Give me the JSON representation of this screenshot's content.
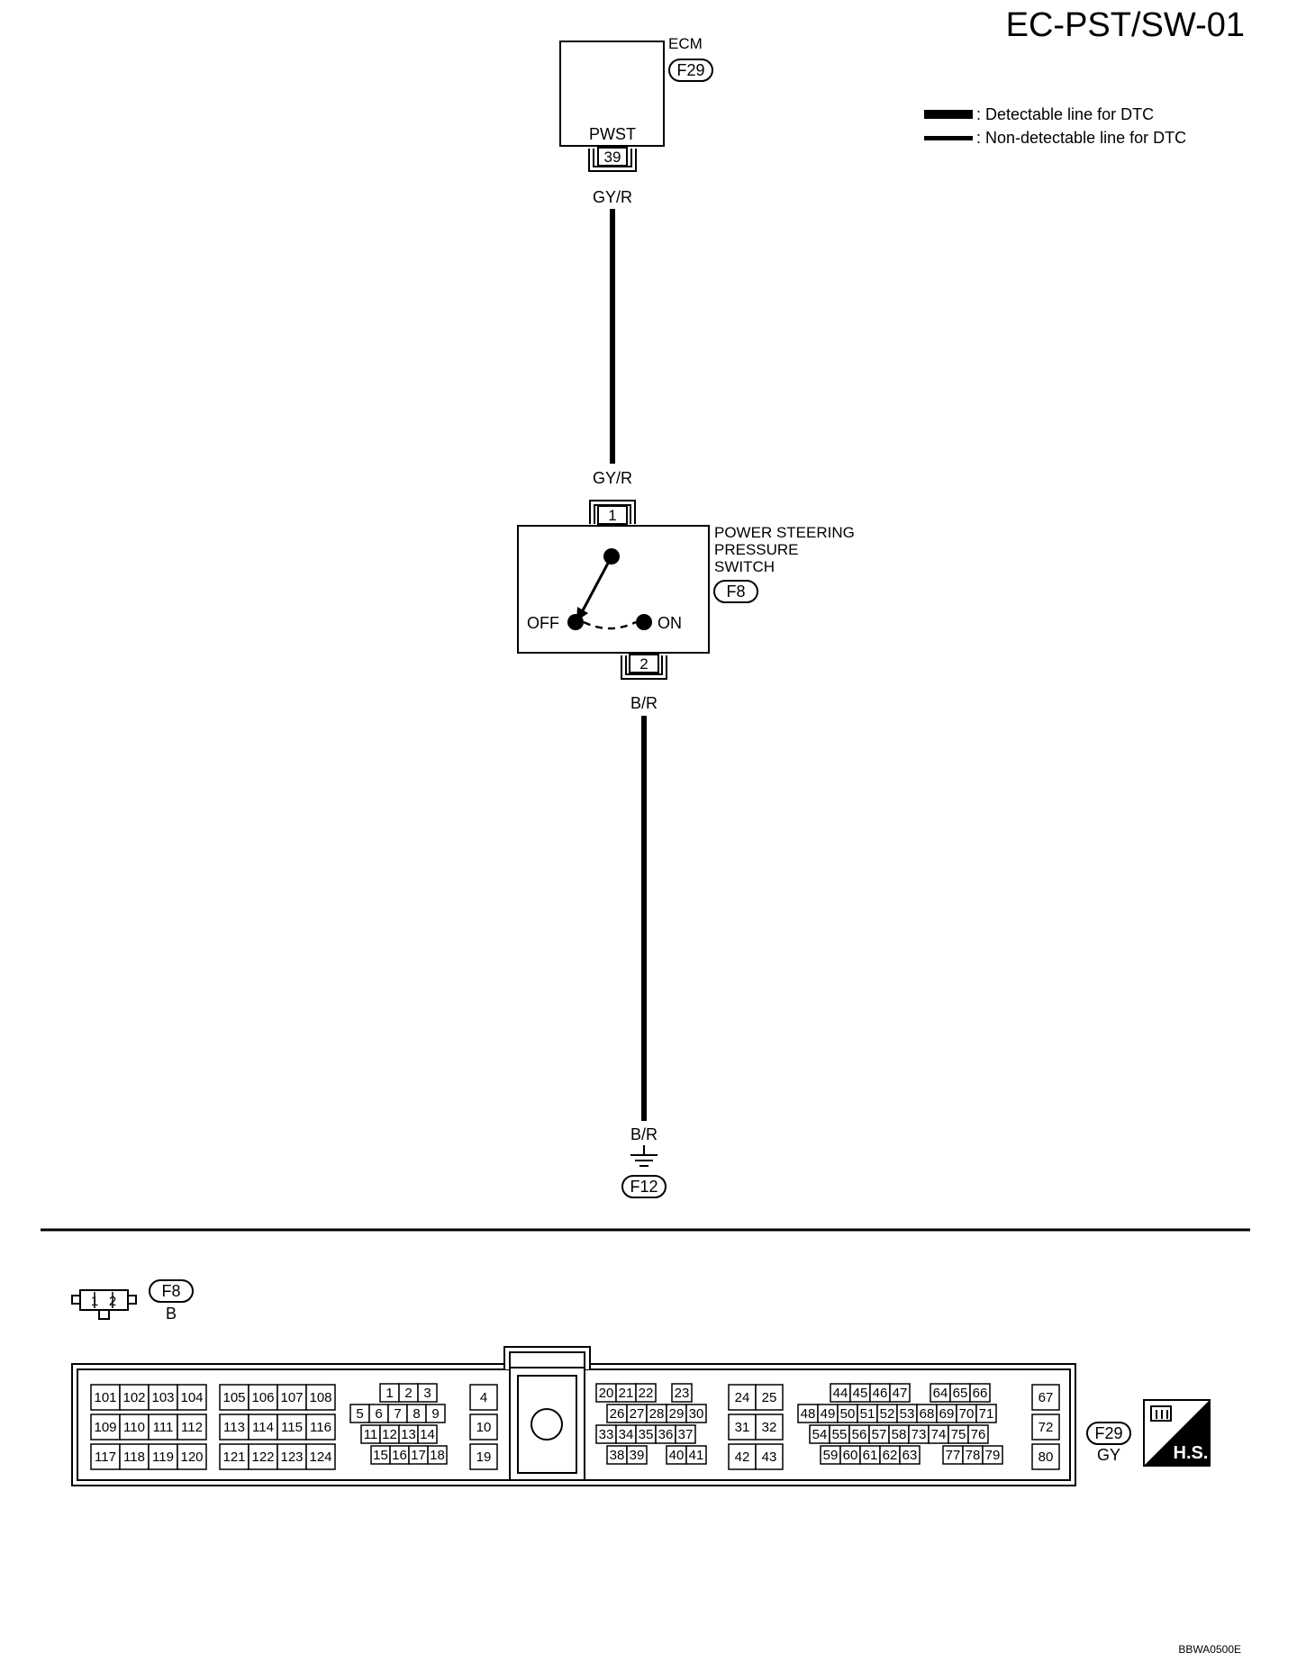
{
  "page_title": "EC-PST/SW-01",
  "figure_id": "BBWA0500E",
  "legend": {
    "detectable": ": Detectable line for DTC",
    "non_detectable": ": Non-detectable line for DTC"
  },
  "ecm": {
    "name": "ECM",
    "connector": "F29",
    "terminal_label": "PWST",
    "terminal_no": "39"
  },
  "wires": {
    "ecm_side_top": "GY/R",
    "ecm_side_bottom": "GY/R",
    "switch_out_top": "B/R",
    "switch_out_bottom": "B/R"
  },
  "switch": {
    "name_line1": "POWER STEERING",
    "name_line2": "PRESSURE",
    "name_line3": "SWITCH",
    "connector": "F8",
    "pin_in": "1",
    "pin_out": "2",
    "state_off": "OFF",
    "state_on": "ON"
  },
  "ground": {
    "connector": "F12"
  },
  "connector_f8": {
    "id": "F8",
    "color": "B",
    "pins": [
      "1",
      "2"
    ]
  },
  "connector_f29": {
    "id": "F29",
    "color": "GY",
    "badge": "H.S.",
    "blocks": [
      {
        "rows": [
          [
            "101",
            "102",
            "103",
            "104"
          ],
          [
            "109",
            "110",
            "111",
            "112"
          ],
          [
            "117",
            "118",
            "119",
            "120"
          ]
        ]
      },
      {
        "rows": [
          [
            "105",
            "106",
            "107",
            "108"
          ],
          [
            "113",
            "114",
            "115",
            "116"
          ],
          [
            "121",
            "122",
            "123",
            "124"
          ]
        ]
      },
      {
        "rows": [
          [
            "1",
            "2",
            "3"
          ],
          [
            "5",
            "6",
            "7",
            "8",
            "9"
          ],
          [
            "11",
            "12",
            "13",
            "14"
          ],
          [
            "15",
            "16",
            "17",
            "18"
          ]
        ]
      },
      {
        "rows": [
          [
            "4"
          ],
          [
            "10"
          ],
          [
            "19"
          ]
        ]
      },
      {
        "rows": [
          [
            "20",
            "21",
            "22",
            "23"
          ],
          [
            "26",
            "27",
            "28",
            "29",
            "30"
          ],
          [
            "33",
            "34",
            "35",
            "36",
            "37"
          ],
          [
            "38",
            "39",
            "40",
            "41"
          ]
        ]
      },
      {
        "rows": [
          [
            "24",
            "25"
          ],
          [
            "31",
            "32"
          ],
          [
            "42",
            "43"
          ]
        ]
      },
      {
        "rows": [
          [
            "44",
            "45",
            "46",
            "47",
            "64",
            "65",
            "66"
          ],
          [
            "48",
            "49",
            "50",
            "51",
            "52",
            "53",
            "68",
            "69",
            "70",
            "71"
          ],
          [
            "54",
            "55",
            "56",
            "57",
            "58",
            "73",
            "74",
            "75",
            "76"
          ],
          [
            "59",
            "60",
            "61",
            "62",
            "63",
            "77",
            "78",
            "79"
          ]
        ]
      },
      {
        "rows": [
          [
            "67"
          ],
          [
            "72"
          ],
          [
            "80"
          ]
        ]
      }
    ]
  }
}
